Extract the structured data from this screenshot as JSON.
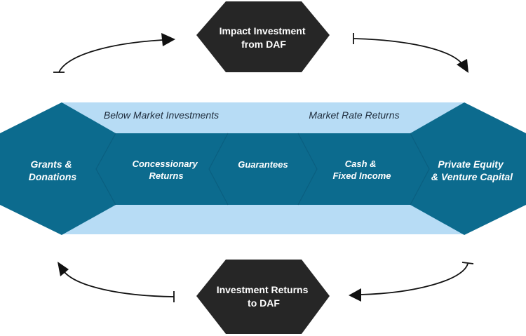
{
  "top_node": {
    "lines": [
      "Impact Investment",
      "from DAF"
    ]
  },
  "bottom_node": {
    "lines": [
      "Investment Returns",
      "to DAF"
    ]
  },
  "band": {
    "left_label": "Below Market Investments",
    "right_label": "Market Rate Returns"
  },
  "cells": [
    {
      "lines": [
        "Grants &",
        "Donations"
      ]
    },
    {
      "lines": [
        "Concessionary",
        "Returns"
      ]
    },
    {
      "lines": [
        "Guarantees"
      ]
    },
    {
      "lines": [
        "Cash &",
        "Fixed Income"
      ]
    },
    {
      "lines": [
        "Private  Equity",
        "& Venture Capital"
      ]
    }
  ],
  "colors": {
    "band_light": "#b7dcf5",
    "band_dark": "#0c6b8e",
    "cell_divider": "#0a5f80",
    "node_dark": "#262626",
    "arrow": "#111111"
  }
}
